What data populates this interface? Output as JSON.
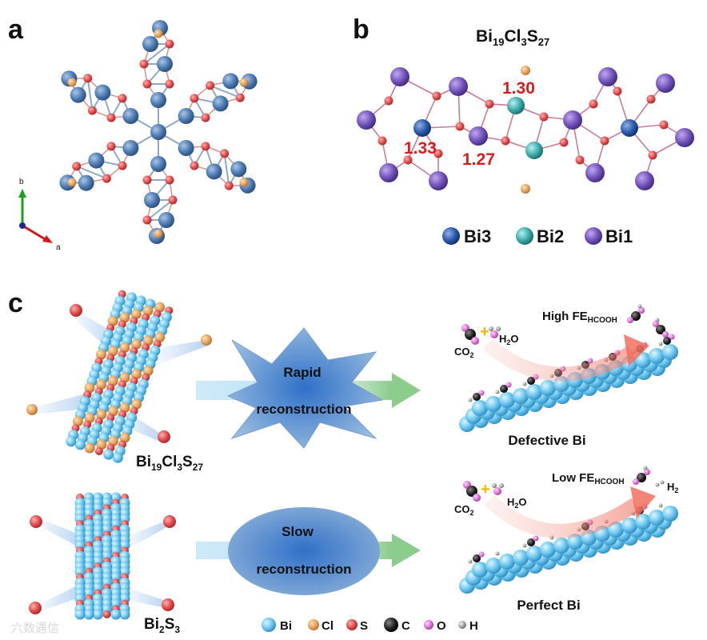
{
  "panel_labels": {
    "a": "a",
    "b": "b",
    "c": "c"
  },
  "panel_a": {
    "axis_b": "b",
    "axis_a": "a"
  },
  "panel_b": {
    "title": {
      "main": "Bi",
      "sub1": "19",
      "mid1": "Cl",
      "sub2": "3",
      "mid2": "S",
      "sub3": "27"
    },
    "bond_lengths": [
      "1.30",
      "1.33",
      "1.27"
    ],
    "legend": [
      "Bi3",
      "Bi2",
      "Bi1"
    ]
  },
  "panel_c": {
    "shape_top": "Rapid",
    "shape_top_2": "reconstruction",
    "shape_bottom": "Slow",
    "shape_bottom_2": "reconstruction",
    "rod_top_label": {
      "main": "Bi",
      "sub1": "19",
      "mid1": "Cl",
      "sub2": "3",
      "mid2": "S",
      "sub3": "27"
    },
    "rod_bottom_label": {
      "main": "Bi",
      "sub1": "2",
      "mid1": "S",
      "sub2": "3"
    },
    "surface_top_label": "Defective Bi",
    "surface_bottom_label": "Perfect Bi",
    "fe_top": {
      "prefix": "High FE",
      "sub": "HCOOH"
    },
    "fe_bottom": {
      "prefix": "Low FE",
      "sub": "HCOOH"
    },
    "co2": {
      "main": "CO",
      "sub": "2"
    },
    "h2o": {
      "main": "H",
      "sub": "2",
      "end": "O"
    },
    "h2": {
      "main": "H",
      "sub": "2"
    },
    "plus": "+"
  },
  "legend_bottom": [
    "Bi",
    "Cl",
    "S",
    "C",
    "O",
    "H"
  ],
  "colors": {
    "bi_blue": "#4a78b0",
    "s_red": "#e04848",
    "cl_orange": "#e3a15a",
    "bi1_purple": "#7050b8",
    "bi2_teal": "#3aa8a8",
    "bi3_blue": "#2858a8",
    "bi_sphere": "#6ec8f0",
    "accent_red": "#e0191c"
  },
  "watermark": "六数遇信"
}
